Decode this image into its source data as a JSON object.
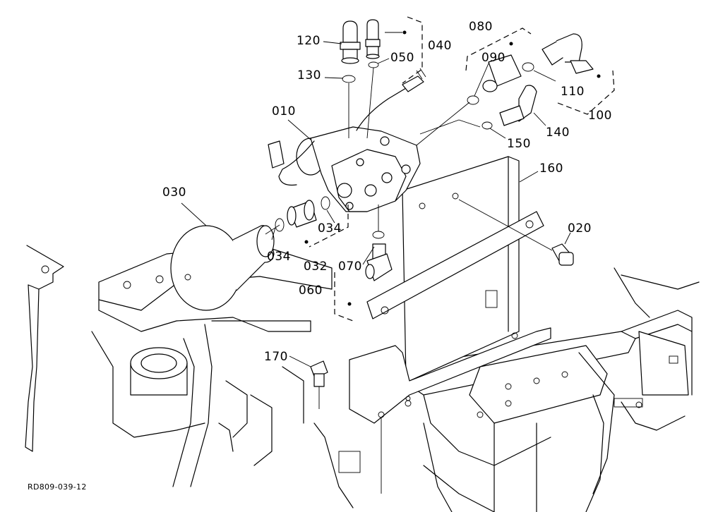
{
  "diagram": {
    "drawing_id": "RD809-039-12",
    "parts": [
      {
        "key": "p120",
        "label": "120"
      },
      {
        "key": "p040",
        "label": "040"
      },
      {
        "key": "p080",
        "label": "080"
      },
      {
        "key": "p050",
        "label": "050"
      },
      {
        "key": "p090",
        "label": "090"
      },
      {
        "key": "p130",
        "label": "130"
      },
      {
        "key": "p110",
        "label": "110"
      },
      {
        "key": "p010",
        "label": "010"
      },
      {
        "key": "p100",
        "label": "100"
      },
      {
        "key": "p140",
        "label": "140"
      },
      {
        "key": "p150",
        "label": "150"
      },
      {
        "key": "p160",
        "label": "160"
      },
      {
        "key": "p030",
        "label": "030"
      },
      {
        "key": "p020",
        "label": "020"
      },
      {
        "key": "p034a",
        "label": "034"
      },
      {
        "key": "p034b",
        "label": "034"
      },
      {
        "key": "p032",
        "label": "032"
      },
      {
        "key": "p070",
        "label": "070"
      },
      {
        "key": "p060",
        "label": "060"
      },
      {
        "key": "p170",
        "label": "170"
      }
    ]
  }
}
